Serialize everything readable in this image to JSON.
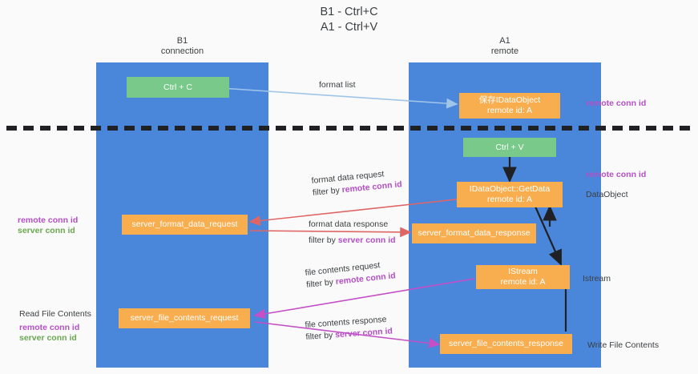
{
  "title": {
    "line1": "B1 - Ctrl+C",
    "line2": "A1 - Ctrl+V"
  },
  "columns": [
    {
      "name": "b1",
      "title": "B1",
      "subtitle": "connection"
    },
    {
      "name": "a1",
      "title": "A1",
      "subtitle": "remote"
    }
  ],
  "nodes": {
    "ctrl_c": {
      "label": "Ctrl + C",
      "color": "#78c98a"
    },
    "save_dataobject": {
      "line1": "保存IDataObject",
      "line2": "remote id: A",
      "color": "#f8ae4f"
    },
    "ctrl_v": {
      "label": "Ctrl + V",
      "color": "#78c98a"
    },
    "getdata": {
      "line1": "IDataObject::GetData",
      "line2": "remote id: A",
      "color": "#f8ae4f"
    },
    "server_format_data_request": {
      "label": "server_format_data_request",
      "color": "#f8ae4f"
    },
    "server_format_data_response": {
      "label": "server_format_data_response",
      "color": "#f8ae4f"
    },
    "istream": {
      "line1": "IStream",
      "line2": "remote id: A",
      "color": "#f8ae4f"
    },
    "server_file_contents_request": {
      "label": "server_file_contents_request",
      "color": "#f8ae4f"
    },
    "server_file_contents_response": {
      "label": "server_file_contents_response",
      "color": "#f8ae4f"
    }
  },
  "edges": {
    "format_list": {
      "label": "format list"
    },
    "format_data_request": {
      "line1": "format data request",
      "line2_prefix": "filter by ",
      "line2_key": "remote conn id"
    },
    "format_data_response": {
      "line1": "format data response",
      "line2_prefix": "filter by ",
      "line2_key": "server conn id"
    },
    "file_contents_request": {
      "line1": "file contents request",
      "line2_prefix": "filter by ",
      "line2_key": "remote conn id"
    },
    "file_contents_response": {
      "line1": "file contents response",
      "line2_prefix": "filter by ",
      "line2_key": "server conn id"
    }
  },
  "annotations": {
    "right_top_conn": "remote conn id",
    "right_mid_conn": "remote conn id",
    "right_dataobject": "DataObject",
    "right_istream": "Istream",
    "right_write_file": "Write File Contents",
    "left_mid_remote": "remote conn id",
    "left_mid_server": "server conn id",
    "left_read_file": "Read File Contents",
    "left_bottom_remote": "remote conn id",
    "left_bottom_server": "server conn id"
  },
  "colors": {
    "lane": "#4a86da",
    "green_node": "#78c98a",
    "orange_node": "#f8ae4f",
    "purple_text": "#b44fc6",
    "green_text": "#6aa84f",
    "arrow_blue": "#9fc5e8",
    "arrow_red": "#e06666",
    "arrow_magenta": "#c44fc6",
    "arrow_black": "#202124",
    "background": "#fafafa"
  }
}
